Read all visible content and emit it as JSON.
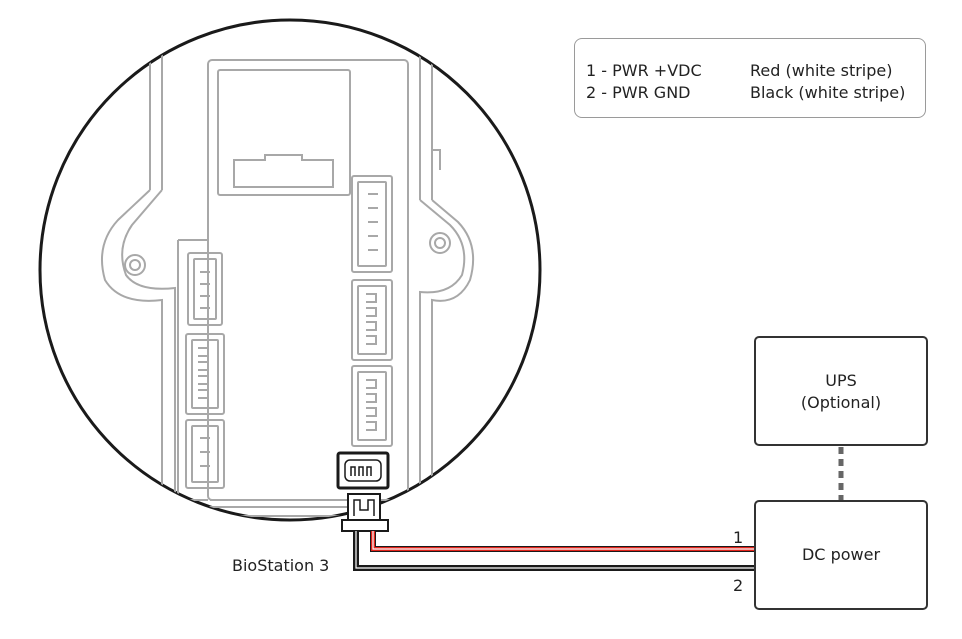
{
  "legend": {
    "rows": [
      {
        "pin": "1 - PWR +VDC",
        "color": "Red (white stripe)"
      },
      {
        "pin": "2 - PWR GND",
        "color": "Black (white stripe)"
      }
    ]
  },
  "device_label": "BioStation 3",
  "ups": {
    "line1": "UPS",
    "line2": "(Optional)"
  },
  "dc_power_label": "DC power",
  "wire_labels": {
    "wire1": "1",
    "wire2": "2"
  },
  "colors": {
    "red_wire": "#e2231a",
    "black_wire": "#1a1a1a",
    "outline": "#a8a8a8",
    "box_border": "#333333"
  }
}
